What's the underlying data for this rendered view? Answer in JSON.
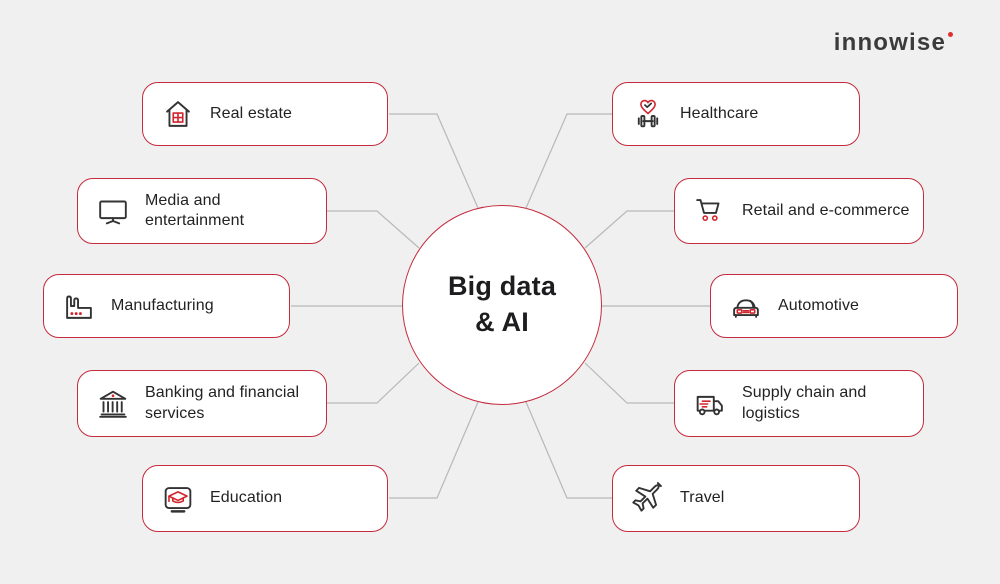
{
  "theme": {
    "page_bg": "#f0f0f1",
    "card_bg": "#ffffff",
    "accent_red": "#c42b3c",
    "icon_red": "#d2262e",
    "icon_dark": "#333333",
    "line_gray": "#b8b8b8",
    "text_dark": "#222222",
    "logo_color": "#3b3b3b",
    "logo_dot": "#e03131"
  },
  "logo": {
    "text": "innowise"
  },
  "center": {
    "title": "Big data\n& AI"
  },
  "industries": [
    {
      "label": "Real estate",
      "icon": "house-icon"
    },
    {
      "label": "Media and\nentertainment",
      "icon": "tv-icon"
    },
    {
      "label": "Manufacturing",
      "icon": "factory-icon"
    },
    {
      "label": "Banking and financial\nservices",
      "icon": "bank-icon"
    },
    {
      "label": "Education",
      "icon": "graduation-cap-icon"
    },
    {
      "label": "Healthcare",
      "icon": "heart-dumbbell-icon"
    },
    {
      "label": "Retail and e-commerce",
      "icon": "shopping-cart-icon"
    },
    {
      "label": "Automotive",
      "icon": "car-icon"
    },
    {
      "label": "Supply chain and\nlogistics",
      "icon": "truck-icon"
    },
    {
      "label": "Travel",
      "icon": "plane-icon"
    }
  ]
}
